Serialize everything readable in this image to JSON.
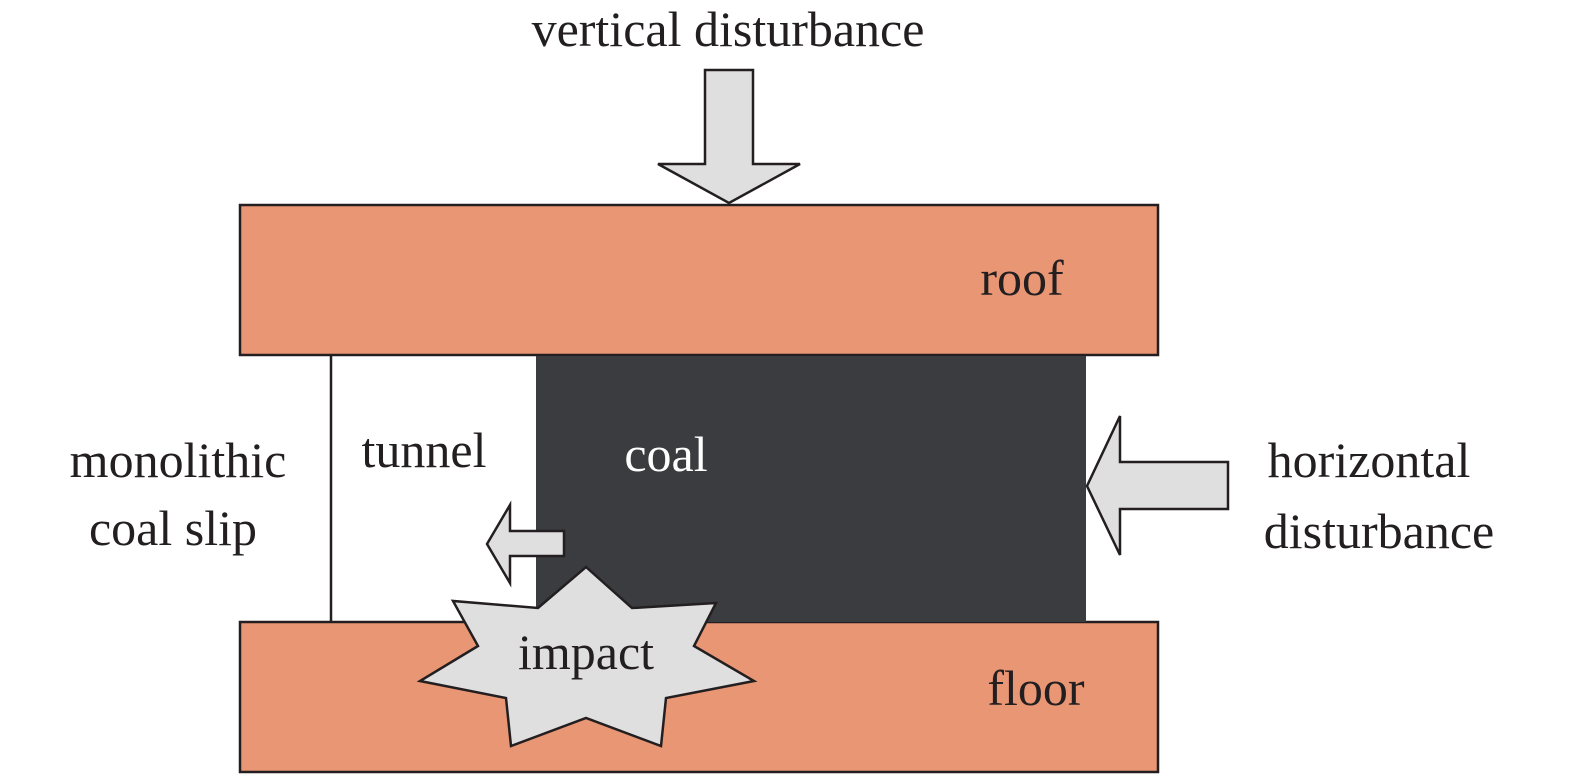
{
  "diagram": {
    "labels": {
      "vertical": "vertical disturbance",
      "roof": "roof",
      "tunnel": "tunnel",
      "coal": "coal",
      "horizontal_line1": "horizontal",
      "horizontal_line2": "disturbance",
      "slip_line1": "monolithic",
      "slip_line2": "coal slip",
      "impact": "impact",
      "floor": "floor"
    },
    "colors": {
      "rock": "#e99674",
      "coal": "#3b3c40",
      "arrow_fill": "#e0dfe0",
      "outline": "#231f20",
      "text": "#231f20"
    }
  }
}
